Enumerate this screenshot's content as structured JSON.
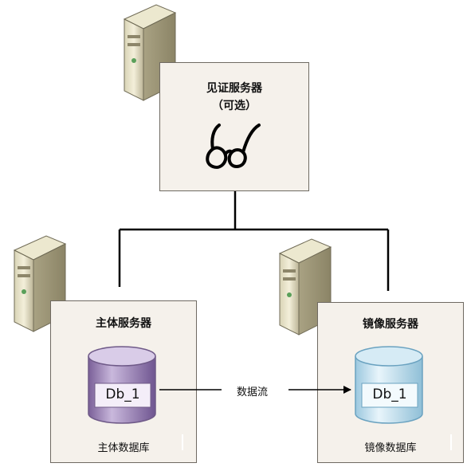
{
  "witness": {
    "title": "见证服务器",
    "subtitle": "（可选）",
    "icon": "glasses-icon"
  },
  "principal": {
    "title": "主体服务器",
    "db_name": "Db_1",
    "db_label": "主体数据库",
    "icon": "server-tower-icon"
  },
  "mirror": {
    "title": "镜像服务器",
    "db_name": "Db_1",
    "db_label": "镜像数据库",
    "icon": "server-tower-icon"
  },
  "flow": {
    "label": "数据流"
  },
  "colors": {
    "box_fill": "#f5f1eb",
    "box_border": "#6f6a62",
    "principal_db": "#9b84b5",
    "mirror_db": "#b9dcec",
    "connector": "#000000"
  }
}
